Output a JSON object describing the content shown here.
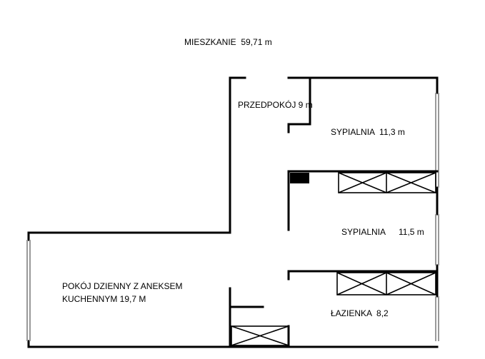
{
  "title": "MIESZKANIE  59,71 m",
  "rooms": {
    "hall": "PRZEDPOKÓJ 9 m",
    "bedroom1": "SYPIALNIA  11,3 m",
    "bedroom2_name": "SYPIALNIA",
    "bedroom2_area": "11,5 m",
    "living_line1": "POKÓJ DZIENNY Z ANEKSEM",
    "living_line2": "KUCHENNYM 19,7 M",
    "bathroom": "ŁAZIENKA  8,2"
  },
  "colors": {
    "wall": "#000000",
    "window": "#9a9a9a",
    "background": "#ffffff"
  }
}
